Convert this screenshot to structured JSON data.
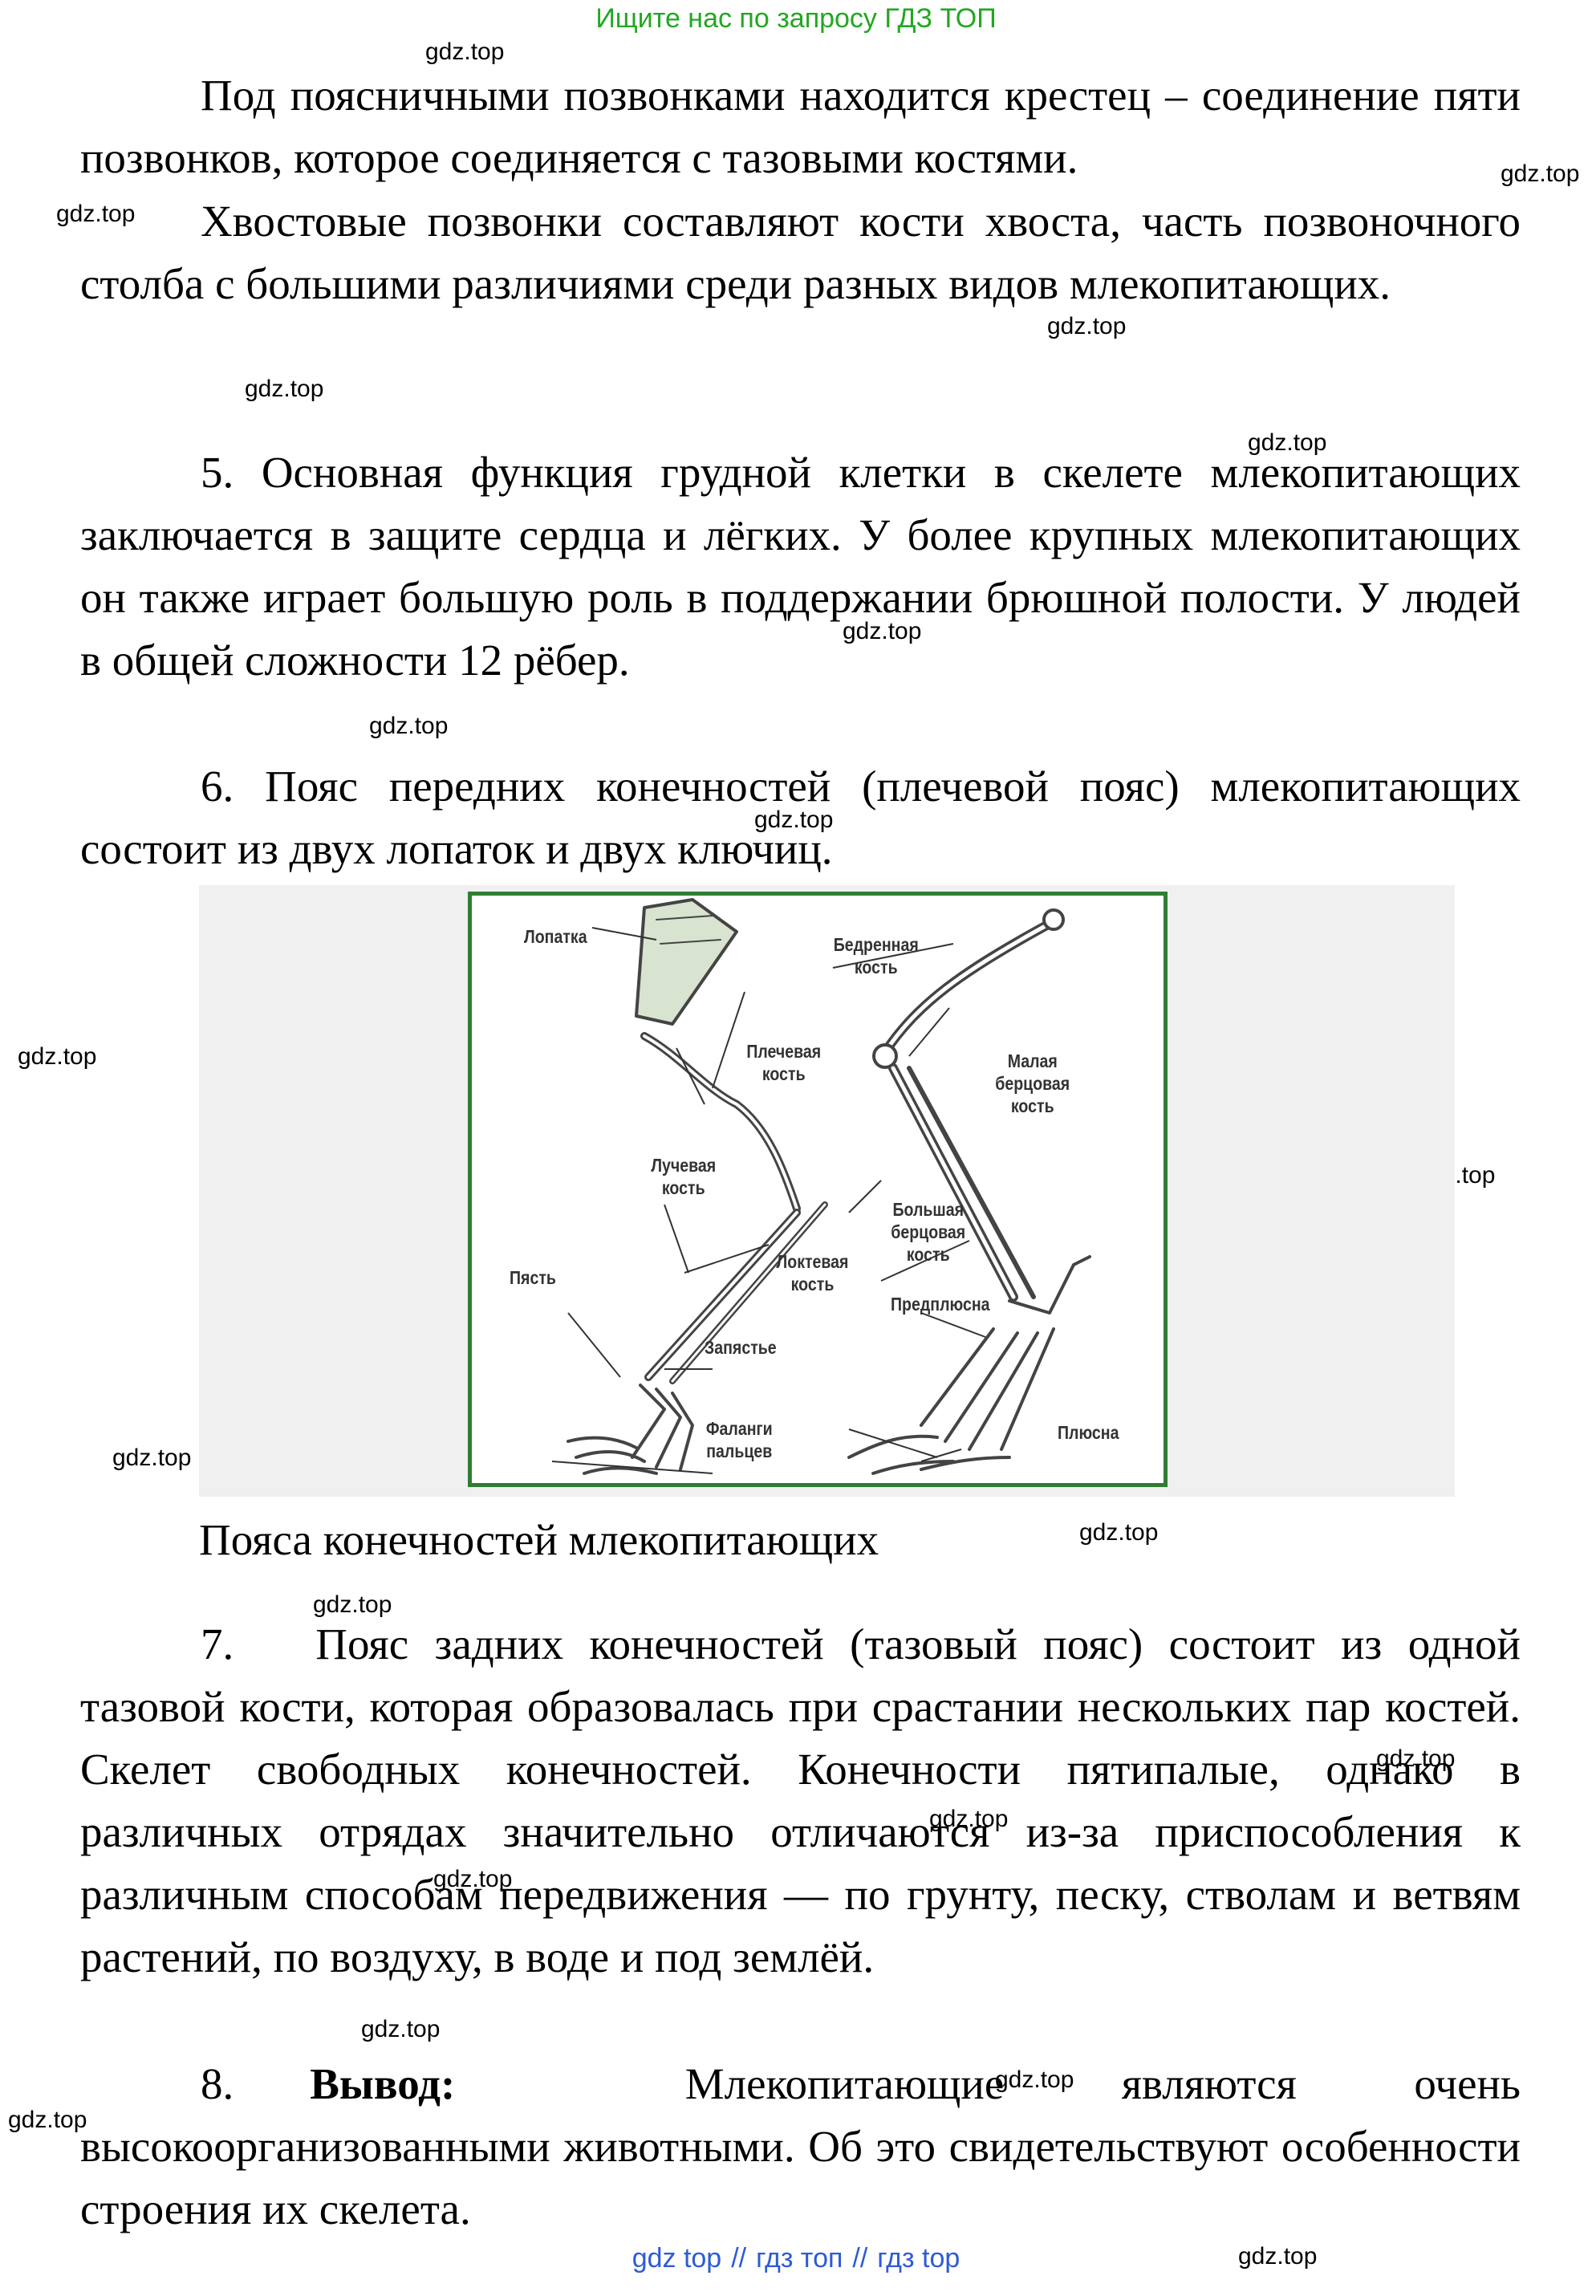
{
  "banner": "Ищите нас по запросу ГДЗ ТОП",
  "watermark": "gdz.top",
  "paragraphs": {
    "p1": "Под поясничными позвонками находится крестец – соединение пяти позвонков, которое соединяется с тазовыми костями.",
    "p2": "Хвостовые позвонки составляют кости хвоста, часть позвоночного столба с большими различиями среди разных видов млекопитающих.",
    "p5": "5. Основная функция грудной клетки в скелете млекопитающих заключается в защите сердца и лёгких. У более крупных млекопитающих он также играет большую роль в поддержании брюшной полости. У людей в общей сложности 12 рёбер.",
    "p6": "6. Пояс передних конечностей (плечевой пояс) млекопитающих состоит из двух лопаток и двух ключиц.",
    "p7_num": "7.",
    "p7": "Пояс задних конечностей (тазовый пояс) состоит из одной тазовой кости, которая образовалась при срастании нескольких пар костей. Скелет свободных конечностей. Конечности пятипалые, однако в различных отрядах значительно отличаются из-за приспособления к различным способам передвижения — по грунту, песку, стволам и ветвям растений, по воздуху, в воде и под землёй.",
    "p8_num": "8.",
    "p8_bold": "Вывод:",
    "p8": "Млекопитающие являются очень высокоорганизованными животными. Об это свидетельствуют особенности строения их скелета."
  },
  "figure": {
    "caption": "Пояса конечностей млекопитающих",
    "labels": {
      "scapula": "Лопатка",
      "humerus": "Плечевая кость",
      "radius": "Лучевая кость",
      "ulna": "Локтевая кость",
      "metacarpus": "Пясть",
      "carpus": "Запястье",
      "phalanges": "Фаланги пальцев",
      "femur": "Бедренная кость",
      "fibula": "Малая берцовая кость",
      "tibia": "Большая берцовая кость",
      "tarsus": "Предплюсна",
      "metatarsus": "Плюсна"
    },
    "line_color": "#2e7d32"
  },
  "footer": {
    "a": "gdz top",
    "sep": "//",
    "b": "гдз топ",
    "c": "гдз top"
  },
  "colors": {
    "banner": "#22a722",
    "footer_link": "#2e5bd6"
  }
}
